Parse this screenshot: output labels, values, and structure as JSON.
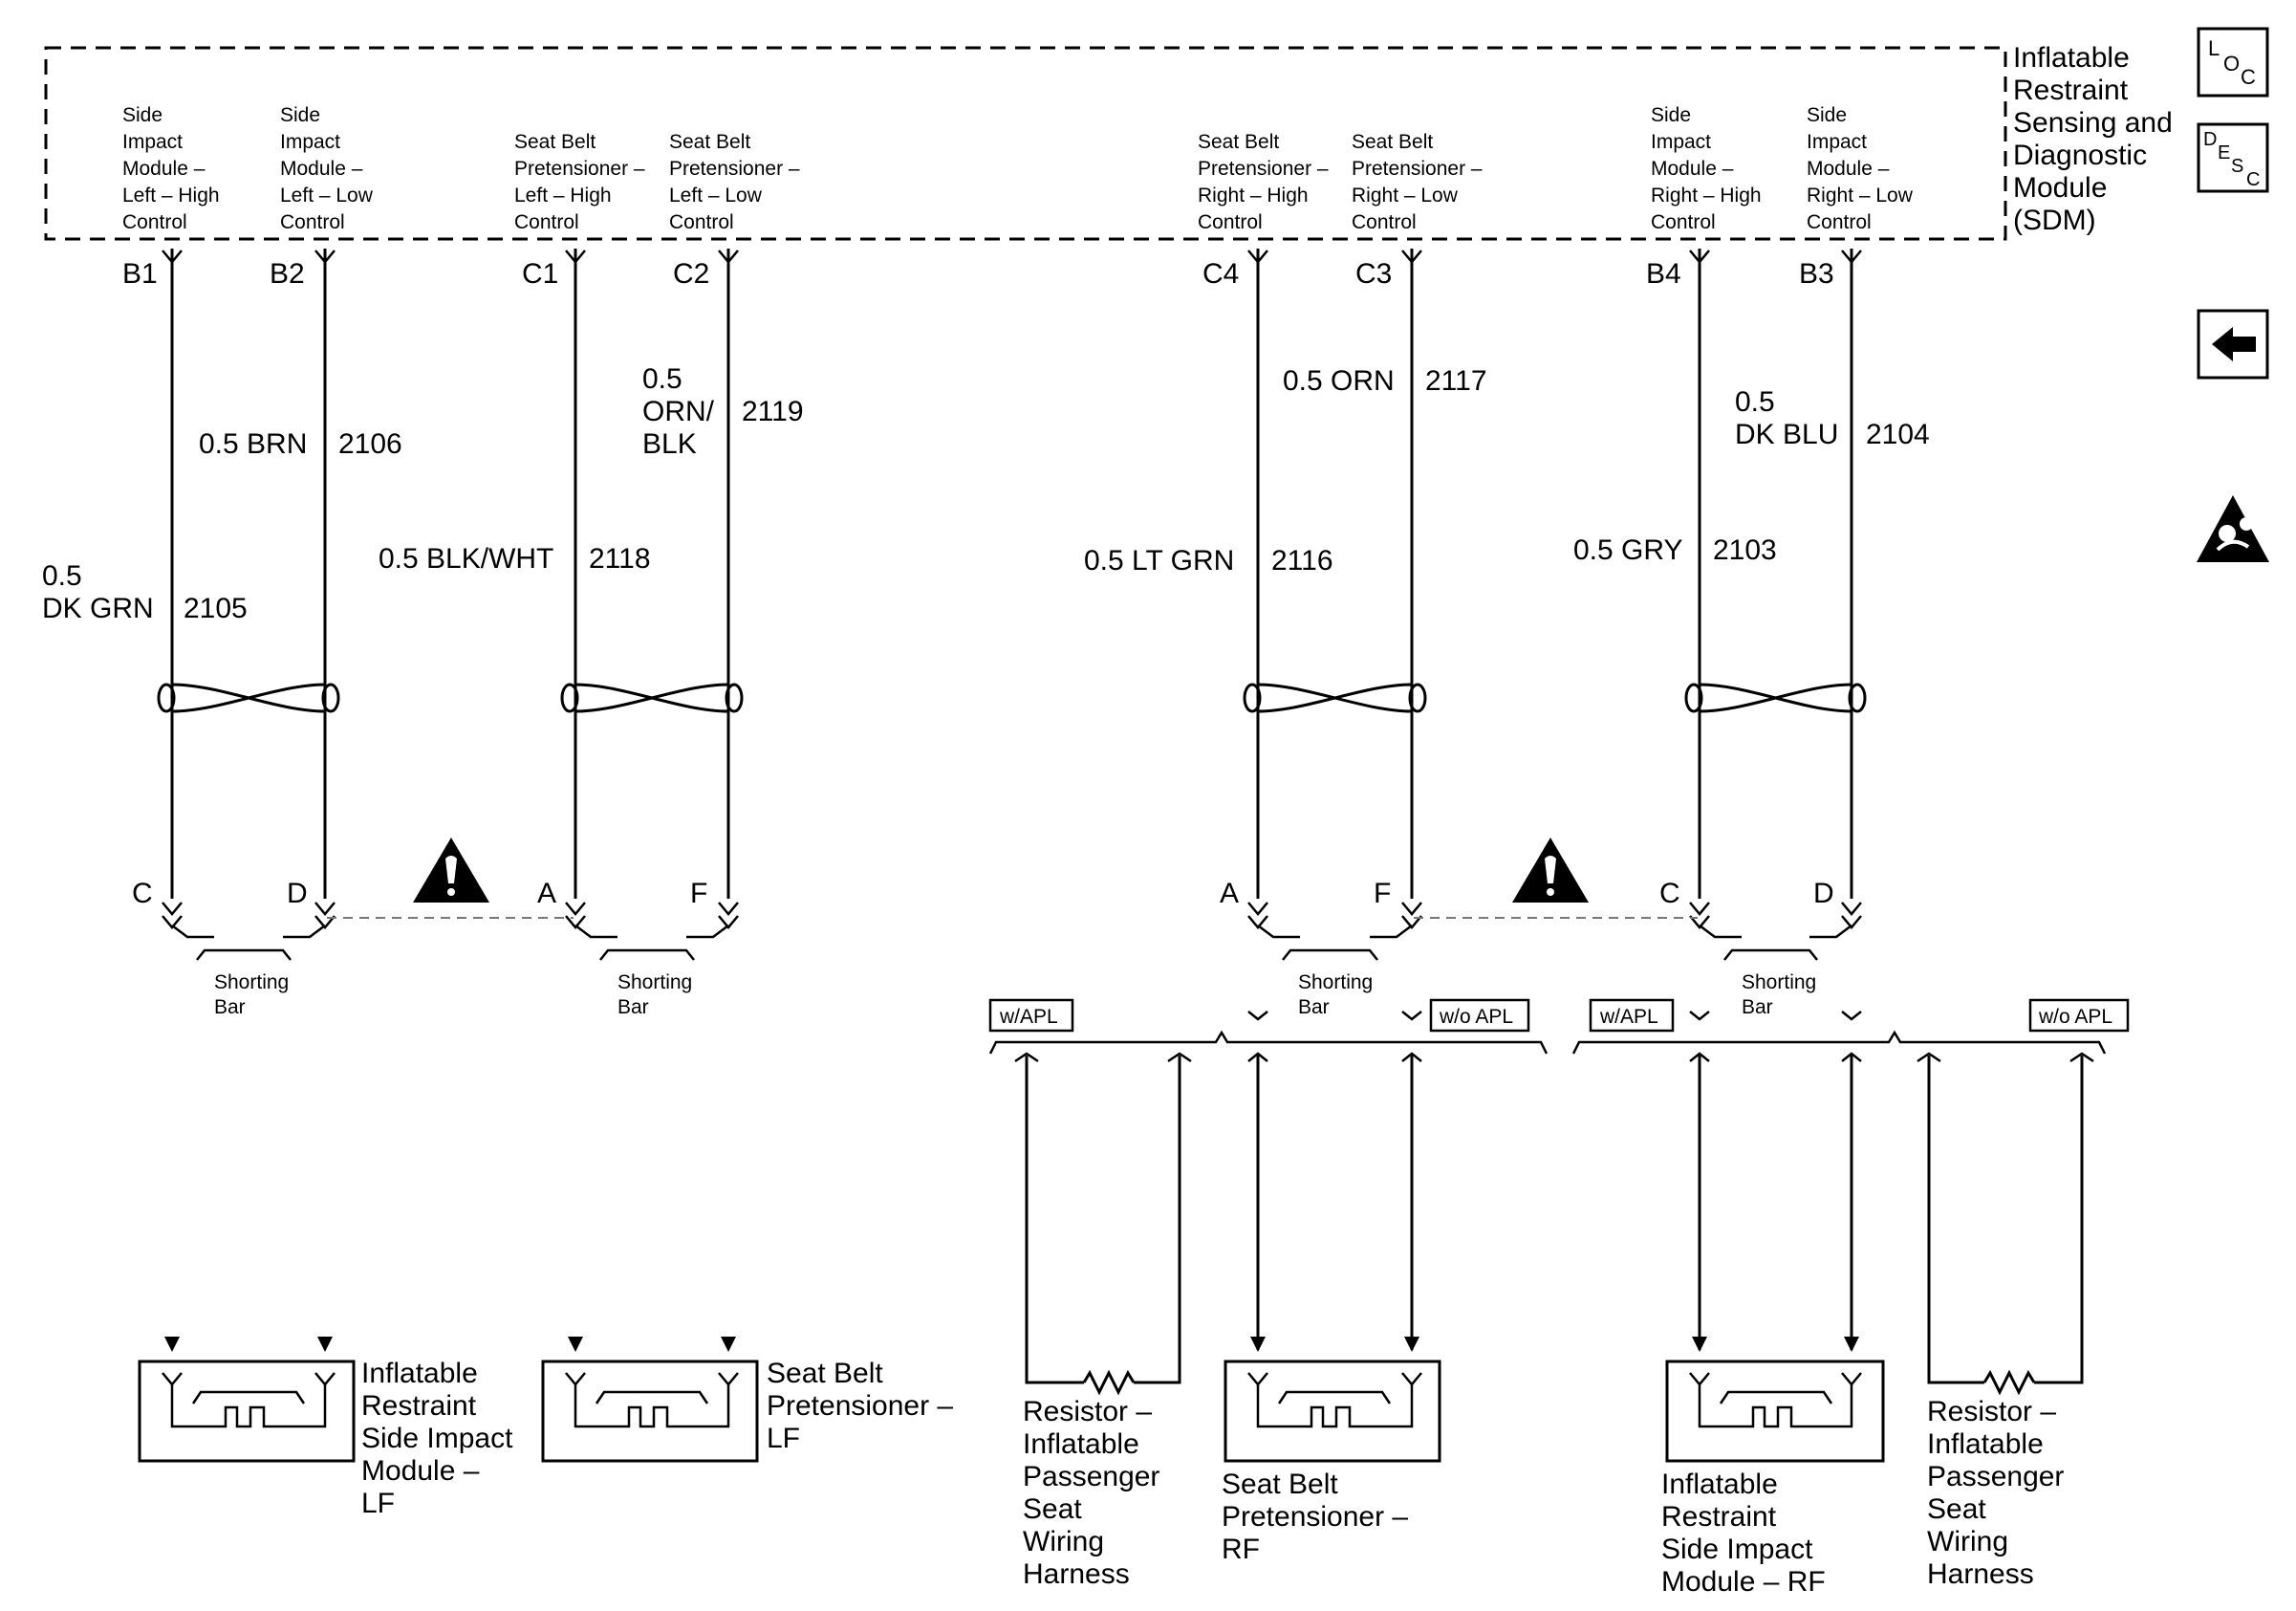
{
  "module": {
    "label_lines": [
      "Inflatable",
      "Restraint",
      "Sensing and",
      "Diagnostic",
      "Module",
      "(SDM)"
    ]
  },
  "side_icons": [
    {
      "name": "loc-icon",
      "letters": [
        "L",
        "O",
        "C"
      ]
    },
    {
      "name": "desc-icon",
      "letters": [
        "D",
        "E",
        "S",
        "C"
      ]
    },
    {
      "name": "back-arrow-icon"
    },
    {
      "name": "airbag-warning-icon"
    }
  ],
  "circuits": [
    {
      "pin": "B1",
      "function_lines": [
        "Side",
        "Impact",
        "Module –",
        "Left – High",
        "Control"
      ],
      "wire_lines": [
        "0.5",
        "DK GRN"
      ],
      "circuit": "2105",
      "conn_pin": "C"
    },
    {
      "pin": "B2",
      "function_lines": [
        "Side",
        "Impact",
        "Module –",
        "Left – Low",
        "Control"
      ],
      "wire_lines": [
        "0.5 BRN"
      ],
      "circuit": "2106",
      "conn_pin": "D"
    },
    {
      "pin": "C1",
      "function_lines": [
        "Seat Belt",
        "Pretensioner –",
        "Left – High",
        "Control"
      ],
      "wire_lines": [
        "0.5 BLK/WHT"
      ],
      "circuit": "2118",
      "conn_pin": "A"
    },
    {
      "pin": "C2",
      "function_lines": [
        "Seat Belt",
        "Pretensioner –",
        "Left – Low",
        "Control"
      ],
      "wire_lines": [
        "0.5",
        "ORN/",
        "BLK"
      ],
      "circuit": "2119",
      "conn_pin": "F"
    },
    {
      "pin": "C4",
      "function_lines": [
        "Seat Belt",
        "Pretensioner –",
        "Right – High",
        "Control"
      ],
      "wire_lines": [
        "0.5 LT GRN"
      ],
      "circuit": "2116",
      "conn_pin": "A"
    },
    {
      "pin": "C3",
      "function_lines": [
        "Seat Belt",
        "Pretensioner –",
        "Right – Low",
        "Control"
      ],
      "wire_lines": [
        "0.5 ORN"
      ],
      "circuit": "2117",
      "conn_pin": "F"
    },
    {
      "pin": "B4",
      "function_lines": [
        "Side",
        "Impact",
        "Module –",
        "Right – High",
        "Control"
      ],
      "wire_lines": [
        "0.5 GRY"
      ],
      "circuit": "2103",
      "conn_pin": "C"
    },
    {
      "pin": "B3",
      "function_lines": [
        "Side",
        "Impact",
        "Module –",
        "Right – Low",
        "Control"
      ],
      "wire_lines": [
        "0.5",
        "DK BLU"
      ],
      "circuit": "2104",
      "conn_pin": "D"
    }
  ],
  "shorting_bar_label_lines": [
    "Shorting",
    "Bar"
  ],
  "options": {
    "with_apl": "w/APL",
    "without_apl": "w/o APL"
  },
  "components": {
    "lf_side_impact": [
      "Inflatable",
      "Restraint",
      "Side Impact",
      "Module –",
      "LF"
    ],
    "lf_pretensioner": [
      "Seat Belt",
      "Pretensioner –",
      "LF"
    ],
    "rf_pretensioner": [
      "Seat Belt",
      "Pretensioner –",
      "RF"
    ],
    "rf_side_impact": [
      "Inflatable",
      "Restraint",
      "Side Impact",
      "Module – RF"
    ],
    "resistor_passenger_seat": [
      "Resistor –",
      "Inflatable",
      "Passenger",
      "Seat",
      "Wiring",
      "Harness"
    ]
  }
}
